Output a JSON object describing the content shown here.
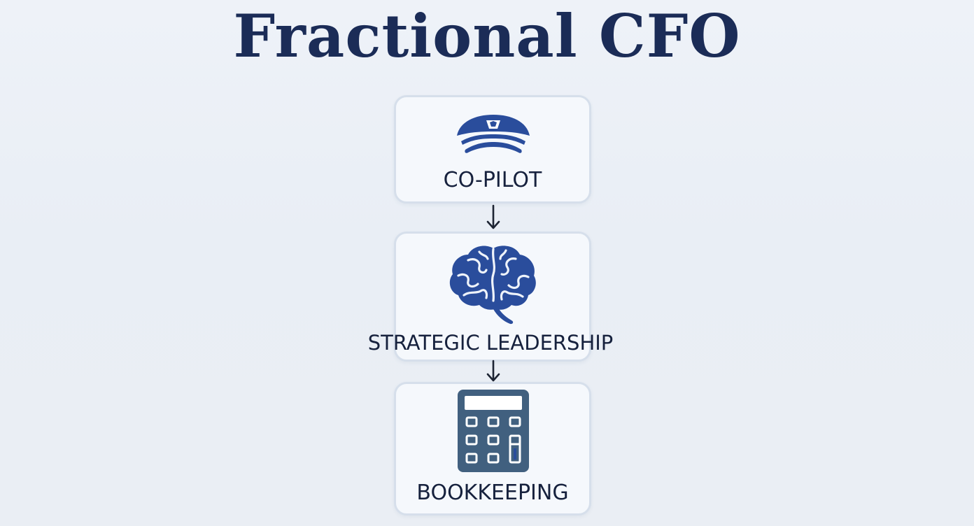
{
  "title": "Fractional CFO",
  "colors": {
    "title": "#1b2c57",
    "icon_blue": "#2a4d9c",
    "calculator": "#41607f",
    "box_border": "#d6dfeb",
    "label": "#16213d"
  },
  "steps": [
    {
      "label": "CO-PILOT",
      "icon": "pilot-hat-icon"
    },
    {
      "label": "STRATEGIC LEADERSHIP",
      "icon": "brain-icon"
    },
    {
      "label": "BOOKKEEPING",
      "icon": "calculator-icon"
    }
  ],
  "connectors": [
    {
      "from": "CO-PILOT",
      "to": "STRATEGIC LEADERSHIP",
      "icon": "arrow-down-icon"
    },
    {
      "from": "STRATEGIC LEADERSHIP",
      "to": "BOOKKEEPING",
      "icon": "arrow-down-icon"
    }
  ]
}
